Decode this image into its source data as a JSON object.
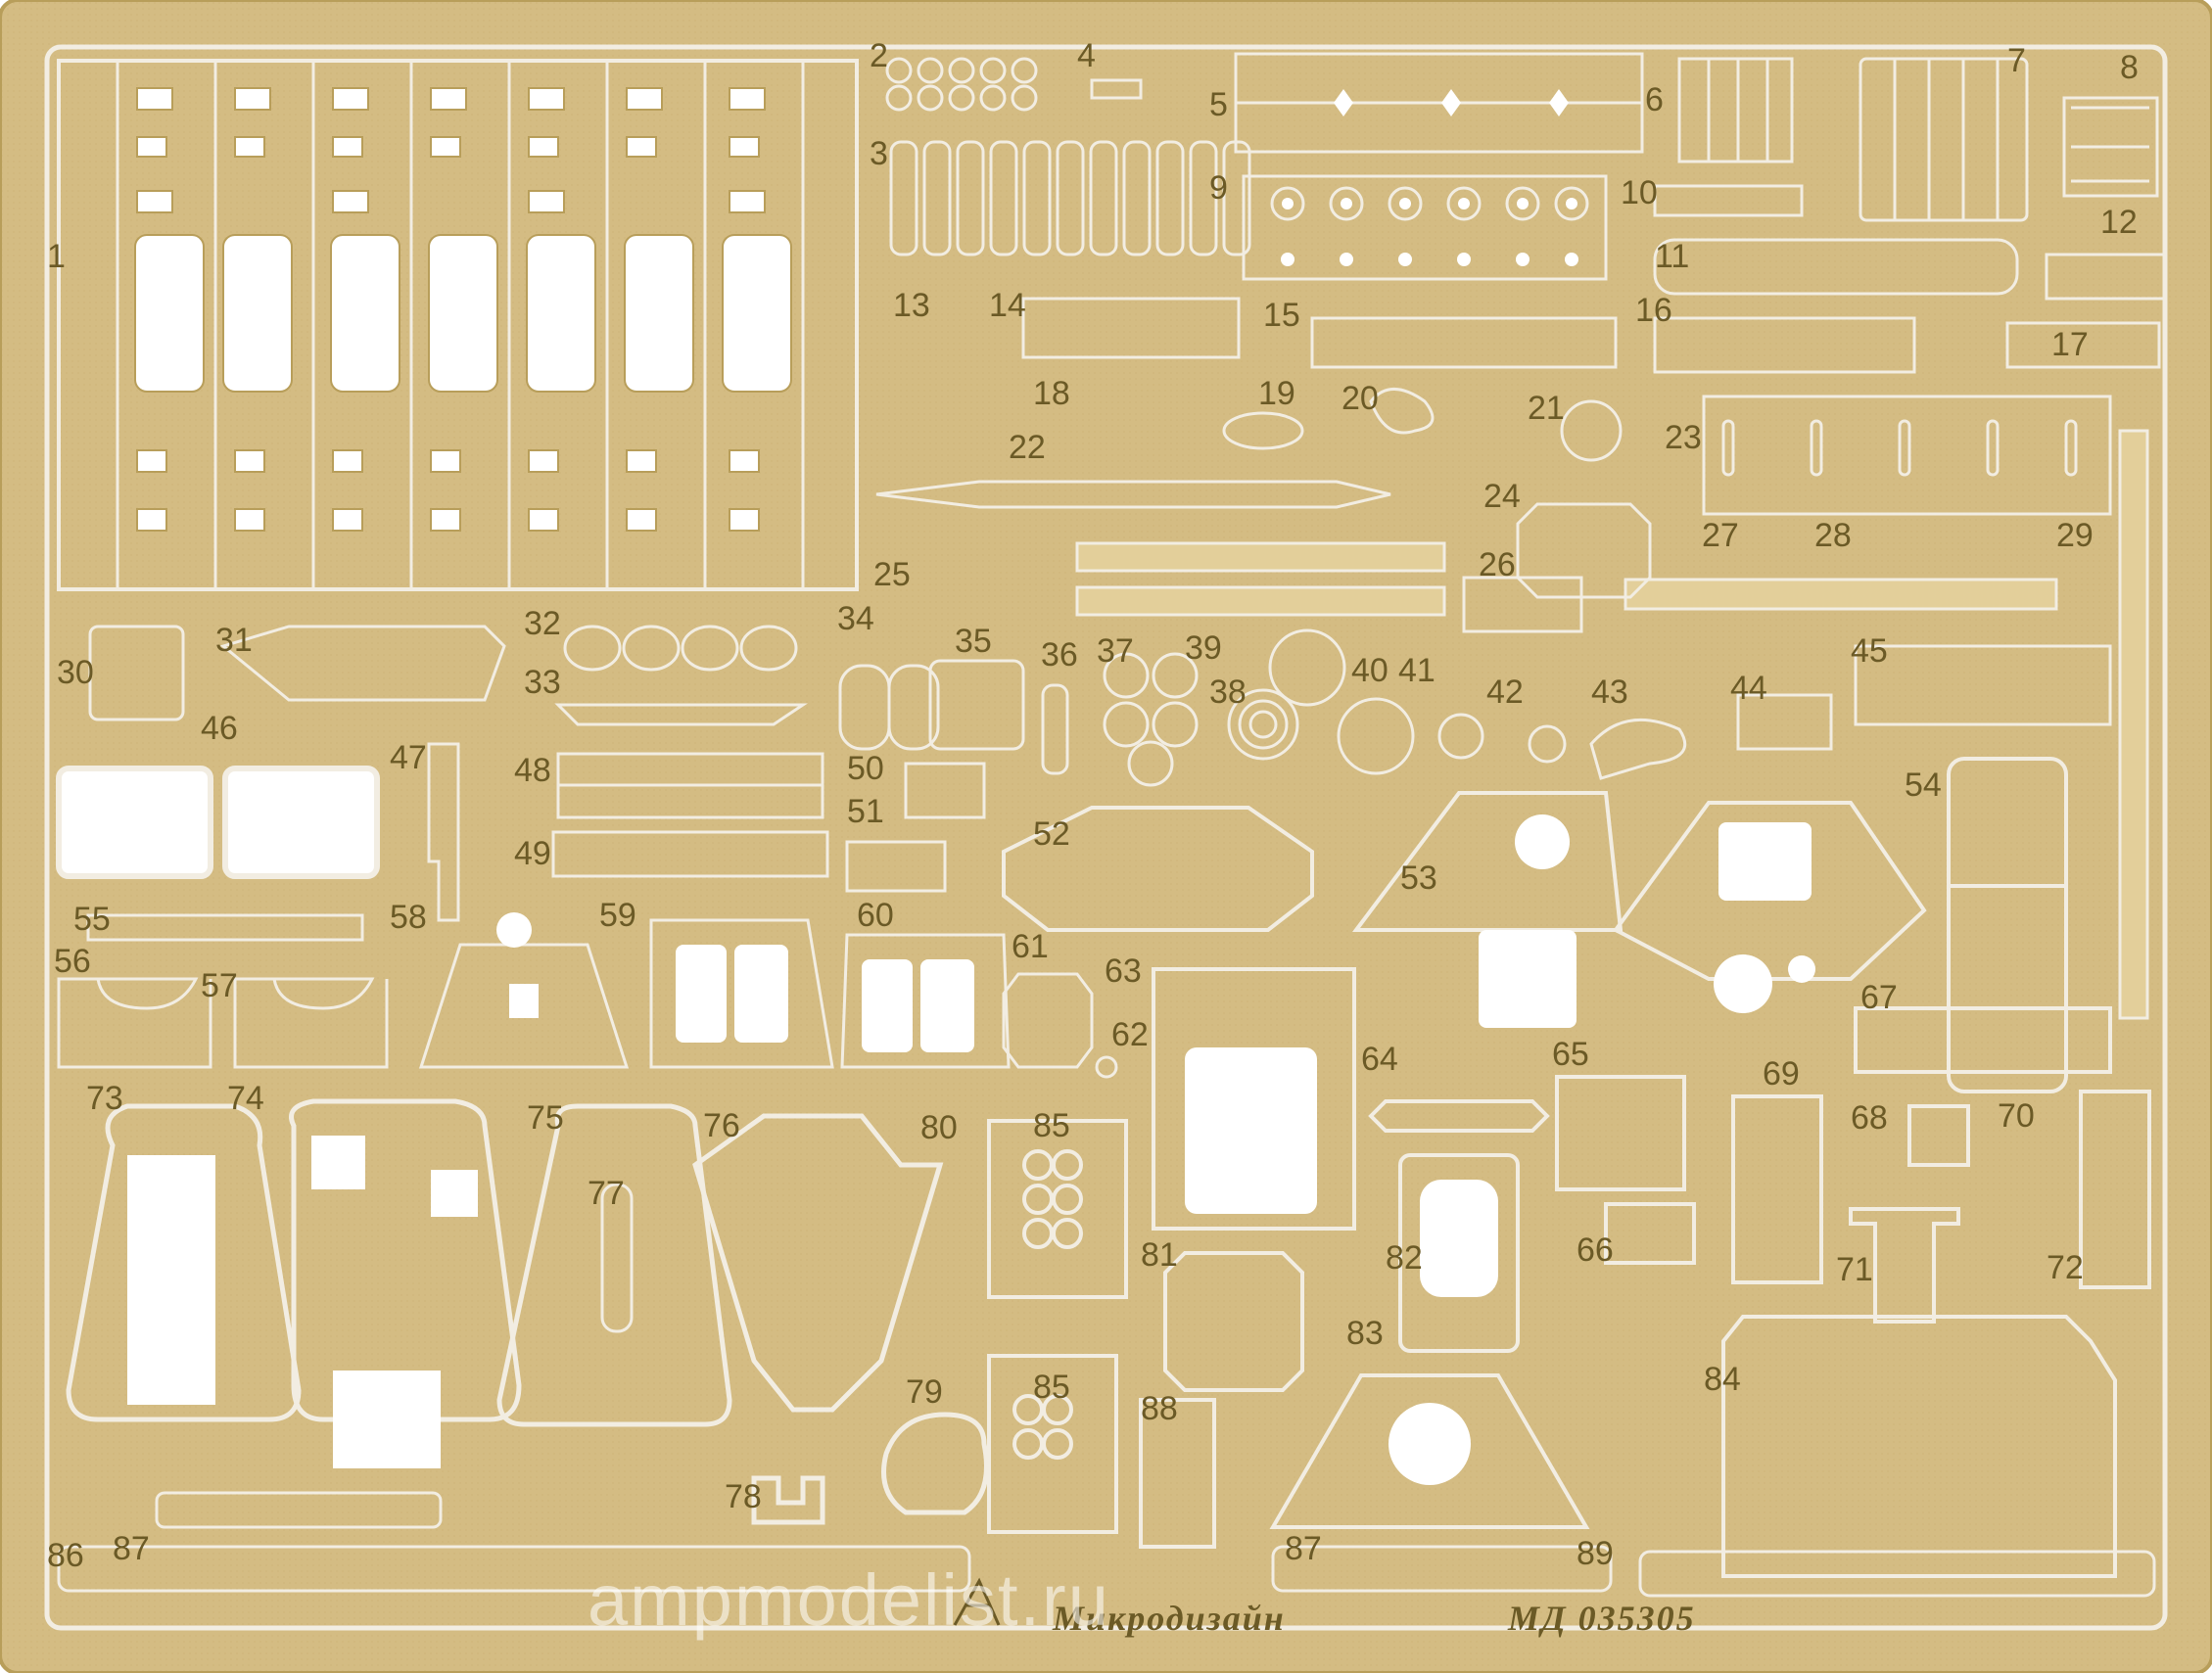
{
  "colors": {
    "brass": "#d4bc83",
    "brass_edge": "#b89e5a",
    "brass_raised": "#e3cf9a",
    "gap": "#f2ede2",
    "label": "#6b5a26"
  },
  "sheet": {
    "maker": "Микродизайн",
    "code": "МД 035305",
    "watermark": "ampmodelist.ru",
    "part_numbers": [
      "1",
      "2",
      "3",
      "4",
      "5",
      "6",
      "7",
      "8",
      "9",
      "10",
      "11",
      "12",
      "13",
      "14",
      "15",
      "16",
      "17",
      "18",
      "19",
      "20",
      "21",
      "22",
      "23",
      "24",
      "25",
      "26",
      "27",
      "28",
      "29",
      "30",
      "31",
      "32",
      "33",
      "34",
      "35",
      "36",
      "37",
      "38",
      "39",
      "40",
      "41",
      "42",
      "43",
      "44",
      "45",
      "46",
      "47",
      "48",
      "49",
      "50",
      "51",
      "52",
      "53",
      "54",
      "55",
      "56",
      "57",
      "58",
      "59",
      "60",
      "61",
      "62",
      "63",
      "64",
      "65",
      "66",
      "67",
      "68",
      "69",
      "70",
      "71",
      "72",
      "73",
      "74",
      "75",
      "76",
      "77",
      "78",
      "79",
      "80",
      "81",
      "82",
      "83",
      "84",
      "85",
      "85",
      "86",
      "87",
      "87",
      "88",
      "89"
    ]
  }
}
